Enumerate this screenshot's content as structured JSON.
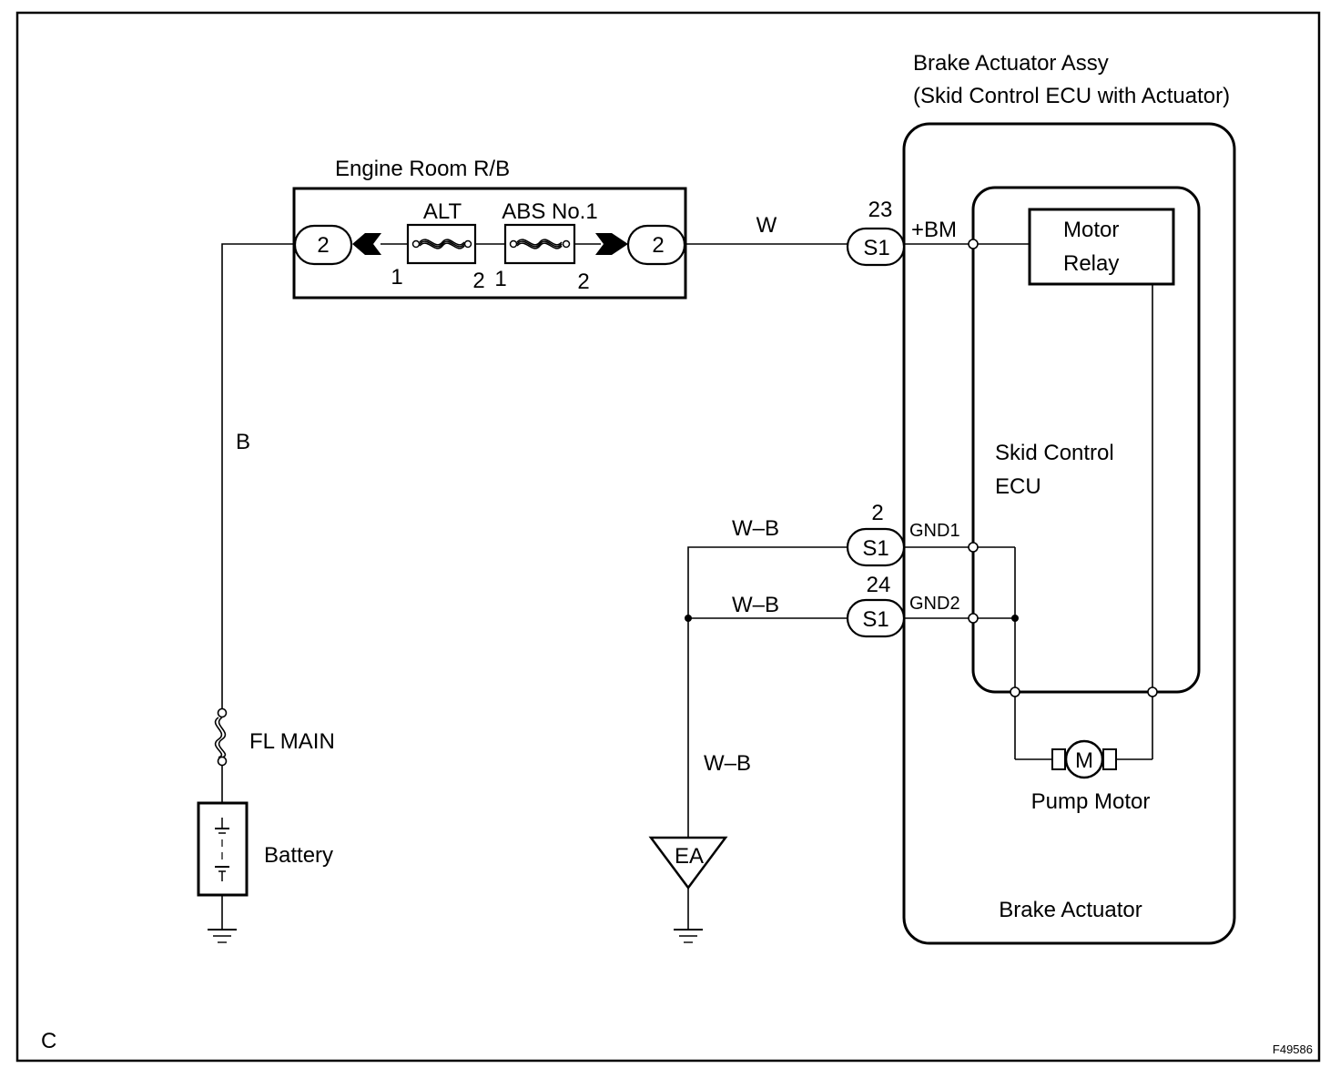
{
  "diagram": {
    "corner_code": "C",
    "figure_id": "F49586",
    "assembly": {
      "title_line1": "Brake Actuator Assy",
      "title_line2": "(Skid Control ECU with Actuator)",
      "actuator_label": "Brake Actuator",
      "ecu_label_line1": "Skid Control",
      "ecu_label_line2": "ECU",
      "relay_label_line1": "Motor",
      "relay_label_line2": "Relay",
      "motor_symbol": "M",
      "motor_label": "Pump Motor"
    },
    "relay_block": {
      "title": "Engine Room R/B",
      "left_connector": "2",
      "right_connector": "2",
      "fuse1_label": "ALT",
      "fuse2_label": "ABS No.1",
      "fuse1_pin_left": "1",
      "fuse1_pin_right": "2",
      "fuse2_pin_left": "1",
      "fuse2_pin_right": "2"
    },
    "terminals": {
      "bm": {
        "pin": "23",
        "connector": "S1",
        "name": "+BM",
        "wire": "W"
      },
      "gnd1": {
        "pin": "2",
        "connector": "S1",
        "name": "GND1",
        "wire": "W–B"
      },
      "gnd2": {
        "pin": "24",
        "connector": "S1",
        "name": "GND2",
        "wire": "W–B"
      }
    },
    "battery_side": {
      "wire": "B",
      "fuse_label": "FL MAIN",
      "battery_label": "Battery"
    },
    "ground": {
      "wire": "W–B",
      "point_label": "EA"
    }
  }
}
